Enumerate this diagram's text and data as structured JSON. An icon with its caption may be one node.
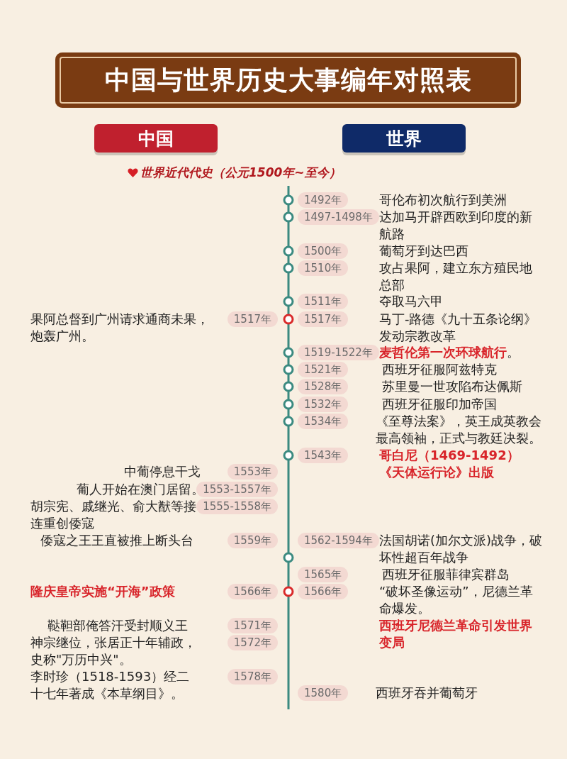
{
  "diagram": {
    "title": "中国与世界历史大事编年对照表",
    "nodes": [
      {
        "text": [
          "中国"
        ]
      },
      {
        "text": [
          "世界"
        ]
      },
      {
        "text": [
          "1492年"
        ]
      },
      {
        "text": [
          "1497-1498年"
        ]
      },
      {
        "text": [
          "1500年"
        ]
      },
      {
        "text": [
          "1510年"
        ]
      },
      {
        "text": [
          "1511年"
        ]
      },
      {
        "text": [
          "1517年"
        ]
      },
      {
        "text": [
          "1517年"
        ]
      },
      {
        "text": [
          "1519-1522年"
        ]
      },
      {
        "text": [
          "1521年"
        ]
      },
      {
        "text": [
          "1528年"
        ]
      },
      {
        "text": [
          "1532年"
        ]
      },
      {
        "text": [
          "1534年"
        ]
      },
      {
        "text": [
          "1543年"
        ]
      },
      {
        "text": [
          "1553年"
        ]
      },
      {
        "text": [
          "1553-1557年"
        ]
      },
      {
        "text": [
          "1555-1558年"
        ]
      },
      {
        "text": [
          "1559年"
        ]
      },
      {
        "text": [
          "1562-1594年"
        ]
      },
      {
        "text": [
          "1565年"
        ]
      },
      {
        "text": [
          "1566年"
        ]
      },
      {
        "text": [
          "1566年"
        ]
      },
      {
        "text": [
          "1571年"
        ]
      },
      {
        "text": [
          "1572年"
        ]
      },
      {
        "text": [
          "1578年"
        ]
      },
      {
        "text": [
          "1580年"
        ]
      }
    ],
    "labels": [
      "世界近代代史（公元1500年~至今）",
      "哥伦布初次航行到美洲",
      "达加马开辟西欧到印度的新航路",
      "葡萄牙到达巴西",
      "攻占果阿，建立东方殖民地总部",
      "夺取马六甲",
      "果阿总督到广州请求通商未果，炮轰广州。",
      "马丁-路德《九十五条论纲》发动宗教改革",
      "**麦哲伦第一次环球航行**。",
      "西班牙征服阿兹特克",
      "苏里曼一世攻陷布达佩斯",
      "西班牙征服印加帝国",
      "《至尊法案》，英王成英教会最高领袖，正式与教廷决裂。",
      "哥白尼（1469-1492）《天体运行论》出版",
      "中葡停息干戈",
      "葡人开始在澳门居留。",
      "胡宗宪、戚继光、俞大猷等接连重创倭寇",
      "倭寇之王王直被推上断头台",
      "法国胡诺(加尔文派)战争，破坏性超百年战争",
      "西班牙征服菲律宾群岛",
      "隆庆皇帝实施“开海”政策",
      "“破坏圣像运动”，尼德兰革命爆发。",
      "鞑靼部俺答汗受封顺义王",
      "西班牙尼德兰革命引发世界变局",
      "神宗继位，张居正十年辅政，史称\"万历中兴\"。",
      "李时珍（1518-1593）经二十七年著成《本草纲目》。",
      "西班牙吞并葡萄牙"
    ]
  }
}
